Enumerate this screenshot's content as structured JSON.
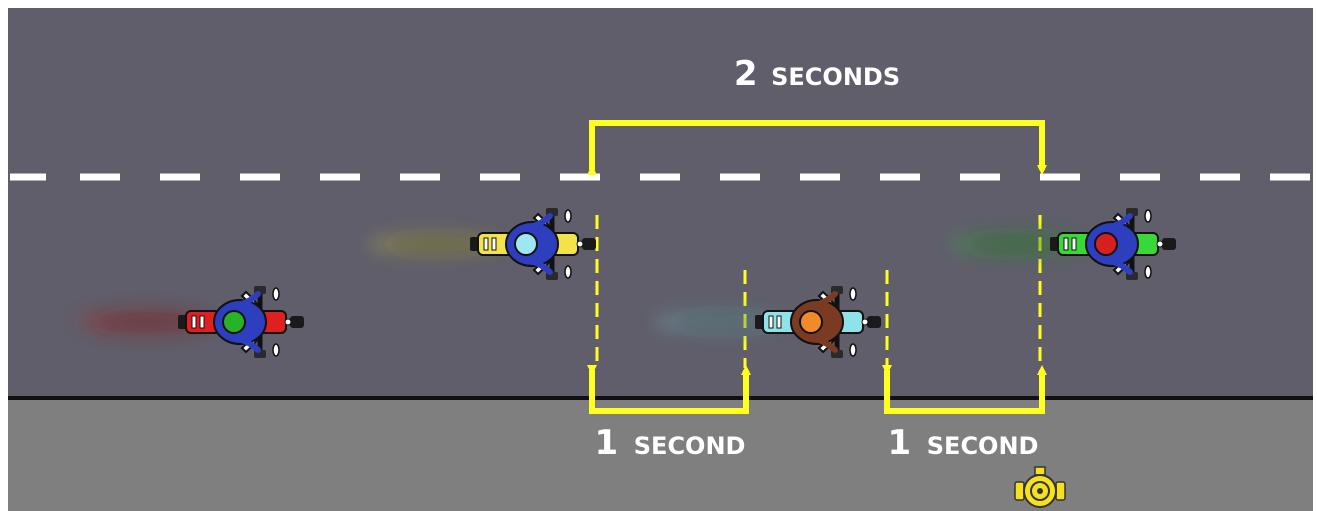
{
  "labels": {
    "top": {
      "num": "2",
      "word": "SECONDS"
    },
    "left": {
      "num": "1",
      "word": "SECOND"
    },
    "right": {
      "num": "1",
      "word": "SECOND"
    }
  },
  "colors": {
    "road": "#5f5e6a",
    "sidewalk": "#7f7f7f",
    "curb": "#111111",
    "lane_dash": "#ffffff",
    "marker": "#ffff1f",
    "hydrant": "#f5e21c"
  },
  "motorcycles": [
    {
      "name": "motorcycle-rear-red",
      "body": "#e02020",
      "helmet": "#27b227",
      "jacket": "#2d3fbf"
    },
    {
      "name": "motorcycle-yellow",
      "body": "#f3e24a",
      "helmet": "#9ee7f2",
      "jacket": "#2d3fbf"
    },
    {
      "name": "motorcycle-cyan",
      "body": "#8fe1ea",
      "helmet": "#f08a2a",
      "jacket": "#7a3b22"
    },
    {
      "name": "motorcycle-front-green",
      "body": "#38d838",
      "helmet": "#d81f1f",
      "jacket": "#2d3fbf"
    }
  ],
  "icons": [
    "fire-hydrant-icon"
  ]
}
